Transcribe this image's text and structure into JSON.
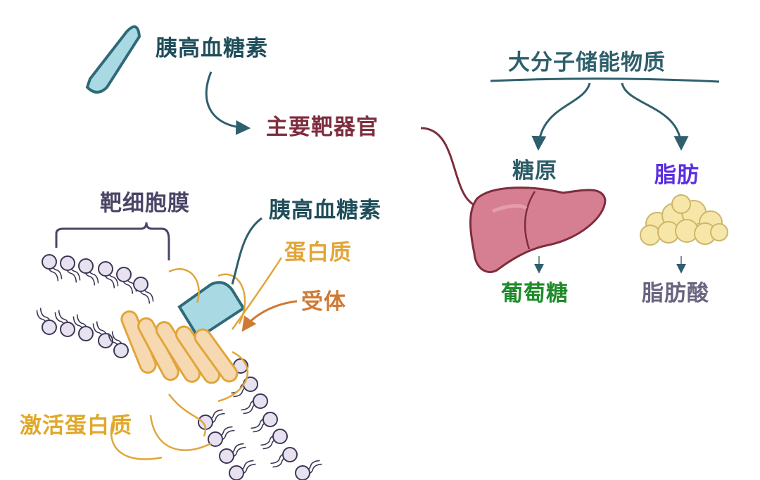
{
  "labels": {
    "glucagon_top": "胰高血糖素",
    "main_target_organ": "主要靶器官",
    "macromolecule_storage": "大分子储能物质",
    "glycogen": "糖原",
    "fat": "脂肪",
    "glucose": "葡萄糖",
    "fatty_acid": "脂肪酸",
    "target_cell_membrane": "靶细胞膜",
    "glucagon_bound": "胰高血糖素",
    "protein": "蛋白质",
    "receptor": "受体",
    "activated_protein": "激活蛋白质"
  },
  "colors": {
    "teal_text": "#1f4d5a",
    "organ_text": "#7d2d3d",
    "storage_text": "#2f5f6c",
    "glycogen_text": "#2e5c69",
    "fat_text": "#5a2ee0",
    "glucose_text": "#1f8a2a",
    "fatty_acid_text": "#6a6480",
    "membrane_text": "#4a4566",
    "protein_text": "#e1a53a",
    "receptor_text": "#cf7a34",
    "activated_text": "#e0a82a",
    "liver": "#d67f92",
    "fat_fill": "#f6e7a8",
    "glucagon_fill": "#a9d9e3",
    "lipid_head": "#e7e1f0"
  },
  "icons": {
    "glucagon_molecule": "glucagon-molecule-icon",
    "liver": "liver-icon",
    "fat_cluster": "fat-cluster-icon",
    "membrane": "cell-membrane-icon"
  }
}
